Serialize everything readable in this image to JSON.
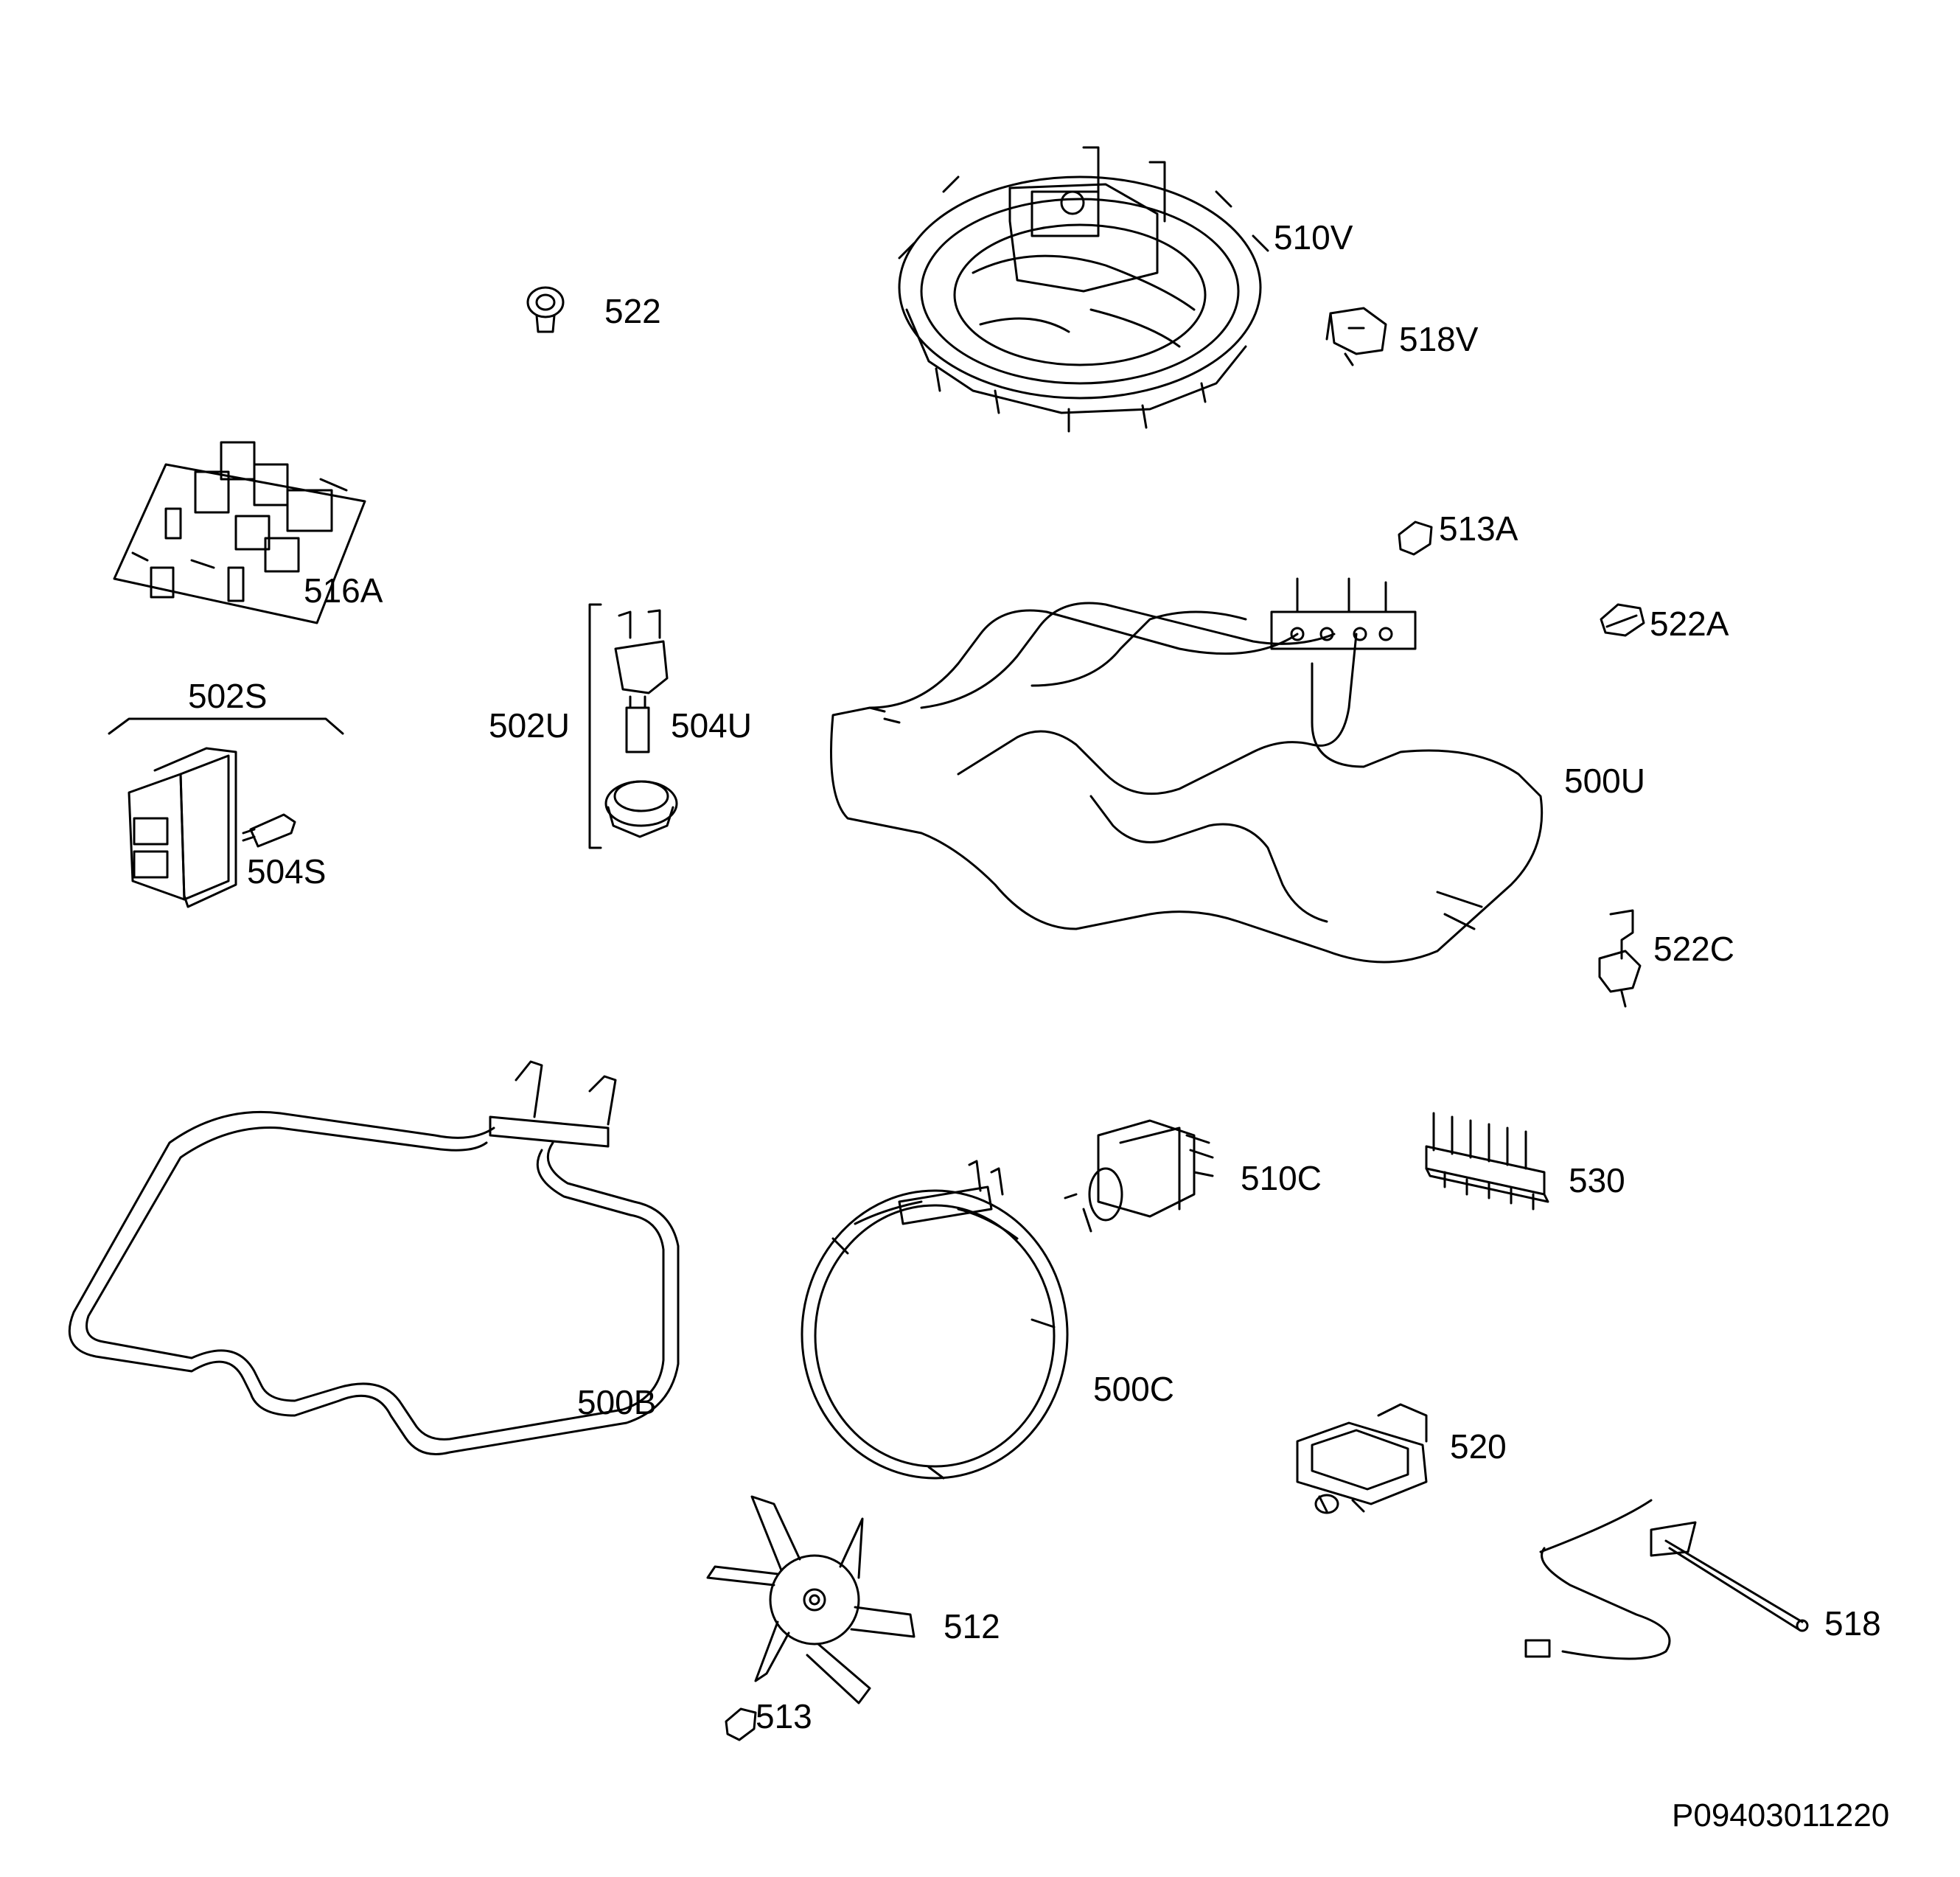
{
  "labels": {
    "l510V": "510V",
    "l522": "522",
    "l518V": "518V",
    "l516A": "516A",
    "l513A": "513A",
    "l522A": "522A",
    "l502S": "502S",
    "l502U": "502U",
    "l504U": "504U",
    "l500U": "500U",
    "l504S": "504S",
    "l522C": "522C",
    "l510C": "510C",
    "l530": "530",
    "l500B": "500B",
    "l500C": "500C",
    "l520": "520",
    "l512": "512",
    "l518": "518",
    "l513": "513"
  },
  "doc_number": "P09403011220"
}
